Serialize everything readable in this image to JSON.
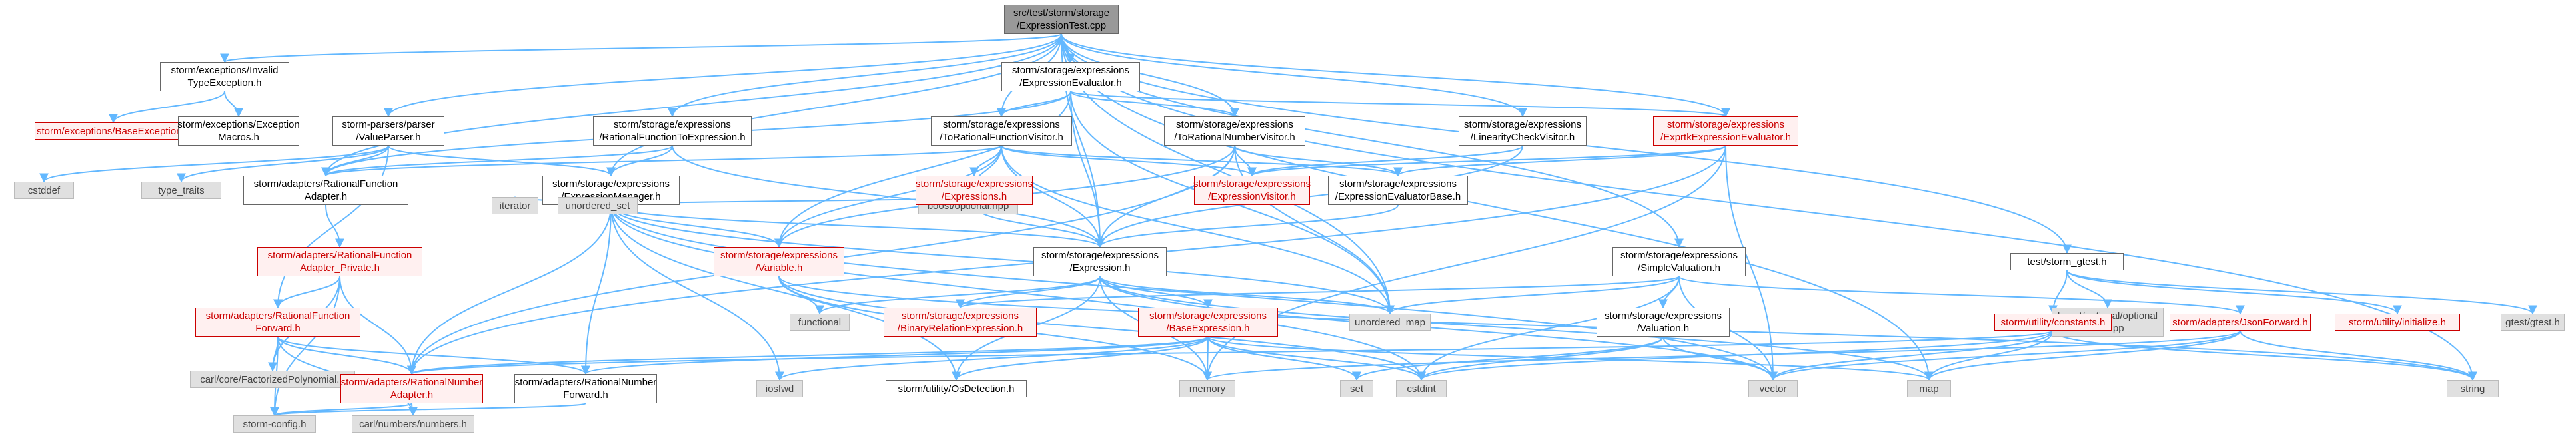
{
  "graph": {
    "nodes": [
      {
        "id": "root",
        "label": "src/test/storm/storage\n/ExpressionTest.cpp",
        "kind": "root"
      },
      {
        "id": "n1",
        "label": "storm/exceptions/Invalid\nTypeException.h",
        "kind": "std"
      },
      {
        "id": "n2",
        "label": "storm/exceptions/BaseException.h",
        "kind": "red"
      },
      {
        "id": "n3",
        "label": "storm/exceptions/Exception\nMacros.h",
        "kind": "std"
      },
      {
        "id": "n4",
        "label": "storm-parsers/parser\n/ValueParser.h",
        "kind": "std"
      },
      {
        "id": "n5",
        "label": "cstddef",
        "kind": "ext"
      },
      {
        "id": "n6",
        "label": "type_traits",
        "kind": "ext"
      },
      {
        "id": "n7",
        "label": "storm/adapters/RationalFunction\nAdapter.h",
        "kind": "std"
      },
      {
        "id": "n8",
        "label": "storm/adapters/RationalFunction\nAdapter_Private.h",
        "kind": "red"
      },
      {
        "id": "n9",
        "label": "storm/adapters/RationalFunction\nForward.h",
        "kind": "red"
      },
      {
        "id": "n10",
        "label": "carl/core/FactorizedPolynomial.h",
        "kind": "ext"
      },
      {
        "id": "n11",
        "label": "storm-config.h",
        "kind": "ext"
      },
      {
        "id": "n12",
        "label": "storm/adapters/RationalNumber\nAdapter.h",
        "kind": "red"
      },
      {
        "id": "n13",
        "label": "carl/numbers/numbers.h",
        "kind": "ext"
      },
      {
        "id": "n14",
        "label": "storm/adapters/RationalNumber\nForward.h",
        "kind": "std"
      },
      {
        "id": "n15",
        "label": "storm/storage/expressions\n/ExpressionEvaluator.h",
        "kind": "std"
      },
      {
        "id": "n16",
        "label": "storm/storage/expressions\n/RationalFunctionToExpression.h",
        "kind": "std"
      },
      {
        "id": "n17",
        "label": "storm/storage/expressions\n/ExpressionManager.h",
        "kind": "std"
      },
      {
        "id": "n18",
        "label": "storm/storage/expressions\n/ToRationalFunctionVisitor.h",
        "kind": "std"
      },
      {
        "id": "n19",
        "label": "storm/storage/expressions\n/ToRationalNumberVisitor.h",
        "kind": "std"
      },
      {
        "id": "n20",
        "label": "storm/storage/expressions\n/LinearityCheckVisitor.h",
        "kind": "std"
      },
      {
        "id": "n21",
        "label": "storm/storage/expressions\n/ExprtkExpressionEvaluator.h",
        "kind": "red"
      },
      {
        "id": "n22",
        "label": "iterator",
        "kind": "ext"
      },
      {
        "id": "n23",
        "label": "unordered_set",
        "kind": "ext"
      },
      {
        "id": "n24",
        "label": "storm/storage/expressions\n/Variable.h",
        "kind": "red"
      },
      {
        "id": "n25",
        "label": "boost/optional.hpp",
        "kind": "ext"
      },
      {
        "id": "n26",
        "label": "storm/storage/expressions\n/Expressions.h",
        "kind": "red"
      },
      {
        "id": "n27",
        "label": "storm/storage/expressions\n/ExpressionVisitor.h",
        "kind": "red"
      },
      {
        "id": "n28",
        "label": "storm/storage/expressions\n/ExpressionEvaluatorBase.h",
        "kind": "std"
      },
      {
        "id": "n29",
        "label": "storm/storage/expressions\n/Expression.h",
        "kind": "std"
      },
      {
        "id": "n30",
        "label": "functional",
        "kind": "ext"
      },
      {
        "id": "n31",
        "label": "storm/storage/expressions\n/BinaryRelationExpression.h",
        "kind": "red"
      },
      {
        "id": "n32",
        "label": "storm/storage/expressions\n/BaseExpression.h",
        "kind": "red"
      },
      {
        "id": "n33",
        "label": "unordered_map",
        "kind": "ext"
      },
      {
        "id": "n34",
        "label": "iosfwd",
        "kind": "ext"
      },
      {
        "id": "n35",
        "label": "storm/utility/OsDetection.h",
        "kind": "std"
      },
      {
        "id": "n36",
        "label": "memory",
        "kind": "ext"
      },
      {
        "id": "n37",
        "label": "set",
        "kind": "ext"
      },
      {
        "id": "n38",
        "label": "cstdint",
        "kind": "ext"
      },
      {
        "id": "n39",
        "label": "storm/storage/expressions\n/SimpleValuation.h",
        "kind": "std"
      },
      {
        "id": "n40",
        "label": "storm/storage/expressions\n/Valuation.h",
        "kind": "std"
      },
      {
        "id": "n41",
        "label": "vector",
        "kind": "ext"
      },
      {
        "id": "n42",
        "label": "map",
        "kind": "ext"
      },
      {
        "id": "n43",
        "label": "test/storm_gtest.h",
        "kind": "std"
      },
      {
        "id": "n44",
        "label": "boost/optional/optional\n_io.hpp",
        "kind": "ext"
      },
      {
        "id": "n45",
        "label": "storm/utility/constants.h",
        "kind": "red"
      },
      {
        "id": "n46",
        "label": "storm/adapters/JsonForward.h",
        "kind": "red"
      },
      {
        "id": "n47",
        "label": "storm/utility/initialize.h",
        "kind": "red"
      },
      {
        "id": "n48",
        "label": "gtest/gtest.h",
        "kind": "ext"
      },
      {
        "id": "n49",
        "label": "string",
        "kind": "ext"
      }
    ],
    "edges": [
      [
        "root",
        "n1"
      ],
      [
        "root",
        "n4"
      ],
      [
        "root",
        "n7"
      ],
      [
        "root",
        "n15"
      ],
      [
        "root",
        "n16"
      ],
      [
        "root",
        "n17"
      ],
      [
        "root",
        "n18"
      ],
      [
        "root",
        "n19"
      ],
      [
        "root",
        "n20"
      ],
      [
        "root",
        "n21"
      ],
      [
        "root",
        "n39"
      ],
      [
        "root",
        "n43"
      ],
      [
        "root",
        "n33"
      ],
      [
        "root",
        "n42"
      ],
      [
        "root",
        "n49"
      ],
      [
        "root",
        "n29"
      ],
      [
        "n1",
        "n2"
      ],
      [
        "n1",
        "n3"
      ],
      [
        "n4",
        "n5"
      ],
      [
        "n4",
        "n6"
      ],
      [
        "n4",
        "n17"
      ],
      [
        "n4",
        "n9"
      ],
      [
        "n4",
        "n7"
      ],
      [
        "n7",
        "n8"
      ],
      [
        "n8",
        "n9"
      ],
      [
        "n8",
        "n12"
      ],
      [
        "n8",
        "n10"
      ],
      [
        "n8",
        "n11"
      ],
      [
        "n9",
        "n10"
      ],
      [
        "n9",
        "n11"
      ],
      [
        "n9",
        "n12"
      ],
      [
        "n9",
        "n14"
      ],
      [
        "n9",
        "n13"
      ],
      [
        "n12",
        "n13"
      ],
      [
        "n12",
        "n11"
      ],
      [
        "n14",
        "n11"
      ],
      [
        "n15",
        "n29"
      ],
      [
        "n15",
        "n18"
      ],
      [
        "n15",
        "n19"
      ],
      [
        "n15",
        "n21"
      ],
      [
        "n15",
        "n7"
      ],
      [
        "n15",
        "n24"
      ],
      [
        "n15",
        "n33"
      ],
      [
        "n16",
        "n17"
      ],
      [
        "n16",
        "n7"
      ],
      [
        "n16",
        "n29"
      ],
      [
        "n17",
        "n22"
      ],
      [
        "n17",
        "n23"
      ],
      [
        "n17",
        "n24"
      ],
      [
        "n17",
        "n25"
      ],
      [
        "n17",
        "n29"
      ],
      [
        "n17",
        "n35"
      ],
      [
        "n17",
        "n34"
      ],
      [
        "n17",
        "n14"
      ],
      [
        "n17",
        "n33"
      ],
      [
        "n17",
        "n38"
      ],
      [
        "n17",
        "n41"
      ],
      [
        "n17",
        "n12"
      ],
      [
        "n18",
        "n26"
      ],
      [
        "n18",
        "n27"
      ],
      [
        "n18",
        "n7"
      ],
      [
        "n18",
        "n25"
      ],
      [
        "n18",
        "n28"
      ],
      [
        "n18",
        "n29"
      ],
      [
        "n18",
        "n33"
      ],
      [
        "n18",
        "n24"
      ],
      [
        "n19",
        "n27"
      ],
      [
        "n19",
        "n28"
      ],
      [
        "n19",
        "n12"
      ],
      [
        "n19",
        "n29"
      ],
      [
        "n19",
        "n24"
      ],
      [
        "n19",
        "n33"
      ],
      [
        "n20",
        "n27"
      ],
      [
        "n20",
        "n29"
      ],
      [
        "n21",
        "n28"
      ],
      [
        "n21",
        "n27"
      ],
      [
        "n21",
        "n41"
      ],
      [
        "n21",
        "n36"
      ],
      [
        "n21",
        "n12"
      ],
      [
        "n24",
        "n30"
      ],
      [
        "n24",
        "n36"
      ],
      [
        "n24",
        "n38"
      ],
      [
        "n24",
        "n49"
      ],
      [
        "n26",
        "n29"
      ],
      [
        "n28",
        "n29"
      ],
      [
        "n29",
        "n30"
      ],
      [
        "n29",
        "n31"
      ],
      [
        "n29",
        "n32"
      ],
      [
        "n29",
        "n33"
      ],
      [
        "n29",
        "n36"
      ],
      [
        "n29",
        "n41"
      ],
      [
        "n29",
        "n42"
      ],
      [
        "n29",
        "n35"
      ],
      [
        "n32",
        "n34"
      ],
      [
        "n32",
        "n35"
      ],
      [
        "n32",
        "n36"
      ],
      [
        "n32",
        "n37"
      ],
      [
        "n32",
        "n38"
      ],
      [
        "n32",
        "n42"
      ],
      [
        "n32",
        "n12"
      ],
      [
        "n32",
        "n14"
      ],
      [
        "n39",
        "n40"
      ],
      [
        "n39",
        "n33"
      ],
      [
        "n39",
        "n41"
      ],
      [
        "n39",
        "n38"
      ],
      [
        "n39",
        "n46"
      ],
      [
        "n39",
        "n31"
      ],
      [
        "n40",
        "n37"
      ],
      [
        "n40",
        "n38"
      ],
      [
        "n40",
        "n41"
      ],
      [
        "n43",
        "n44"
      ],
      [
        "n43",
        "n45"
      ],
      [
        "n43",
        "n47"
      ],
      [
        "n43",
        "n48"
      ],
      [
        "n45",
        "n41"
      ],
      [
        "n45",
        "n42"
      ],
      [
        "n45",
        "n38"
      ],
      [
        "n45",
        "n49"
      ],
      [
        "n45",
        "n12"
      ],
      [
        "n46",
        "n41"
      ],
      [
        "n46",
        "n42"
      ],
      [
        "n46",
        "n49"
      ],
      [
        "n46",
        "n36"
      ]
    ]
  }
}
